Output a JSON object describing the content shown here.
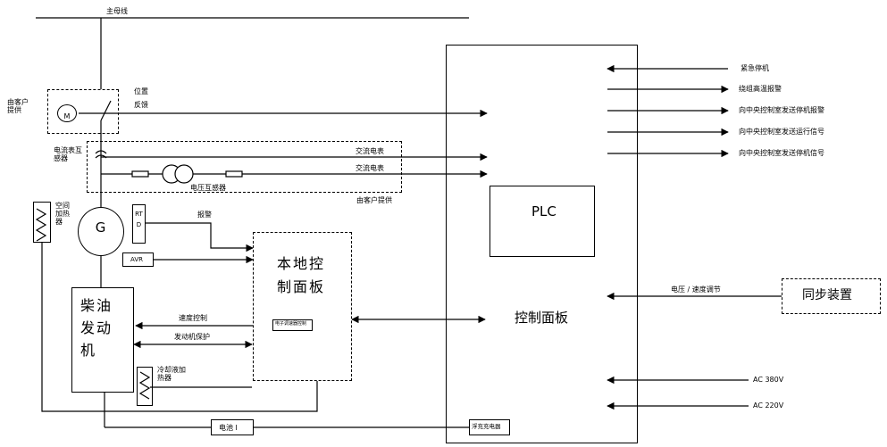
{
  "diagram": {
    "bus": "主母线",
    "customer_supplied_left": "由客户提供",
    "position_feedback": [
      "位置",
      "反馈"
    ],
    "motor_symbol": "M",
    "ct": "电流表互感器",
    "ac_meter_1": "交流电表",
    "ac_meter_2": "交流电表",
    "pt": "电压互感器",
    "customer_supplied_bottom": "由客户提供",
    "space_heater": "空间加热器",
    "generator": "G",
    "rtd": "RTD",
    "alarm": "报警",
    "avr": "AVR",
    "local_panel": "本地控制面板",
    "engine": "柴油发动机",
    "speed_control": "速度控制",
    "engine_protection": "发动机保护",
    "small_device": "电子调速器控制",
    "coolant_heater": "冷却液加热器",
    "battery": "电池 I",
    "charger": "浮充充电器",
    "plc": "PLC",
    "control_panel": "控制面板",
    "sync": "同步装置",
    "voltage_speed": "电压 / 速度调节",
    "signals": {
      "estop": "紧急停机",
      "overtemp": "绕组高温报警",
      "to_ccr_stop_alarm": "向中央控制室发送停机报警",
      "to_ccr_run": "向中央控制室发送运行信号",
      "to_ccr_stop_signal": "向中央控制室发送停机信号"
    },
    "ac380": "AC 380V",
    "ac220": "AC 220V"
  }
}
